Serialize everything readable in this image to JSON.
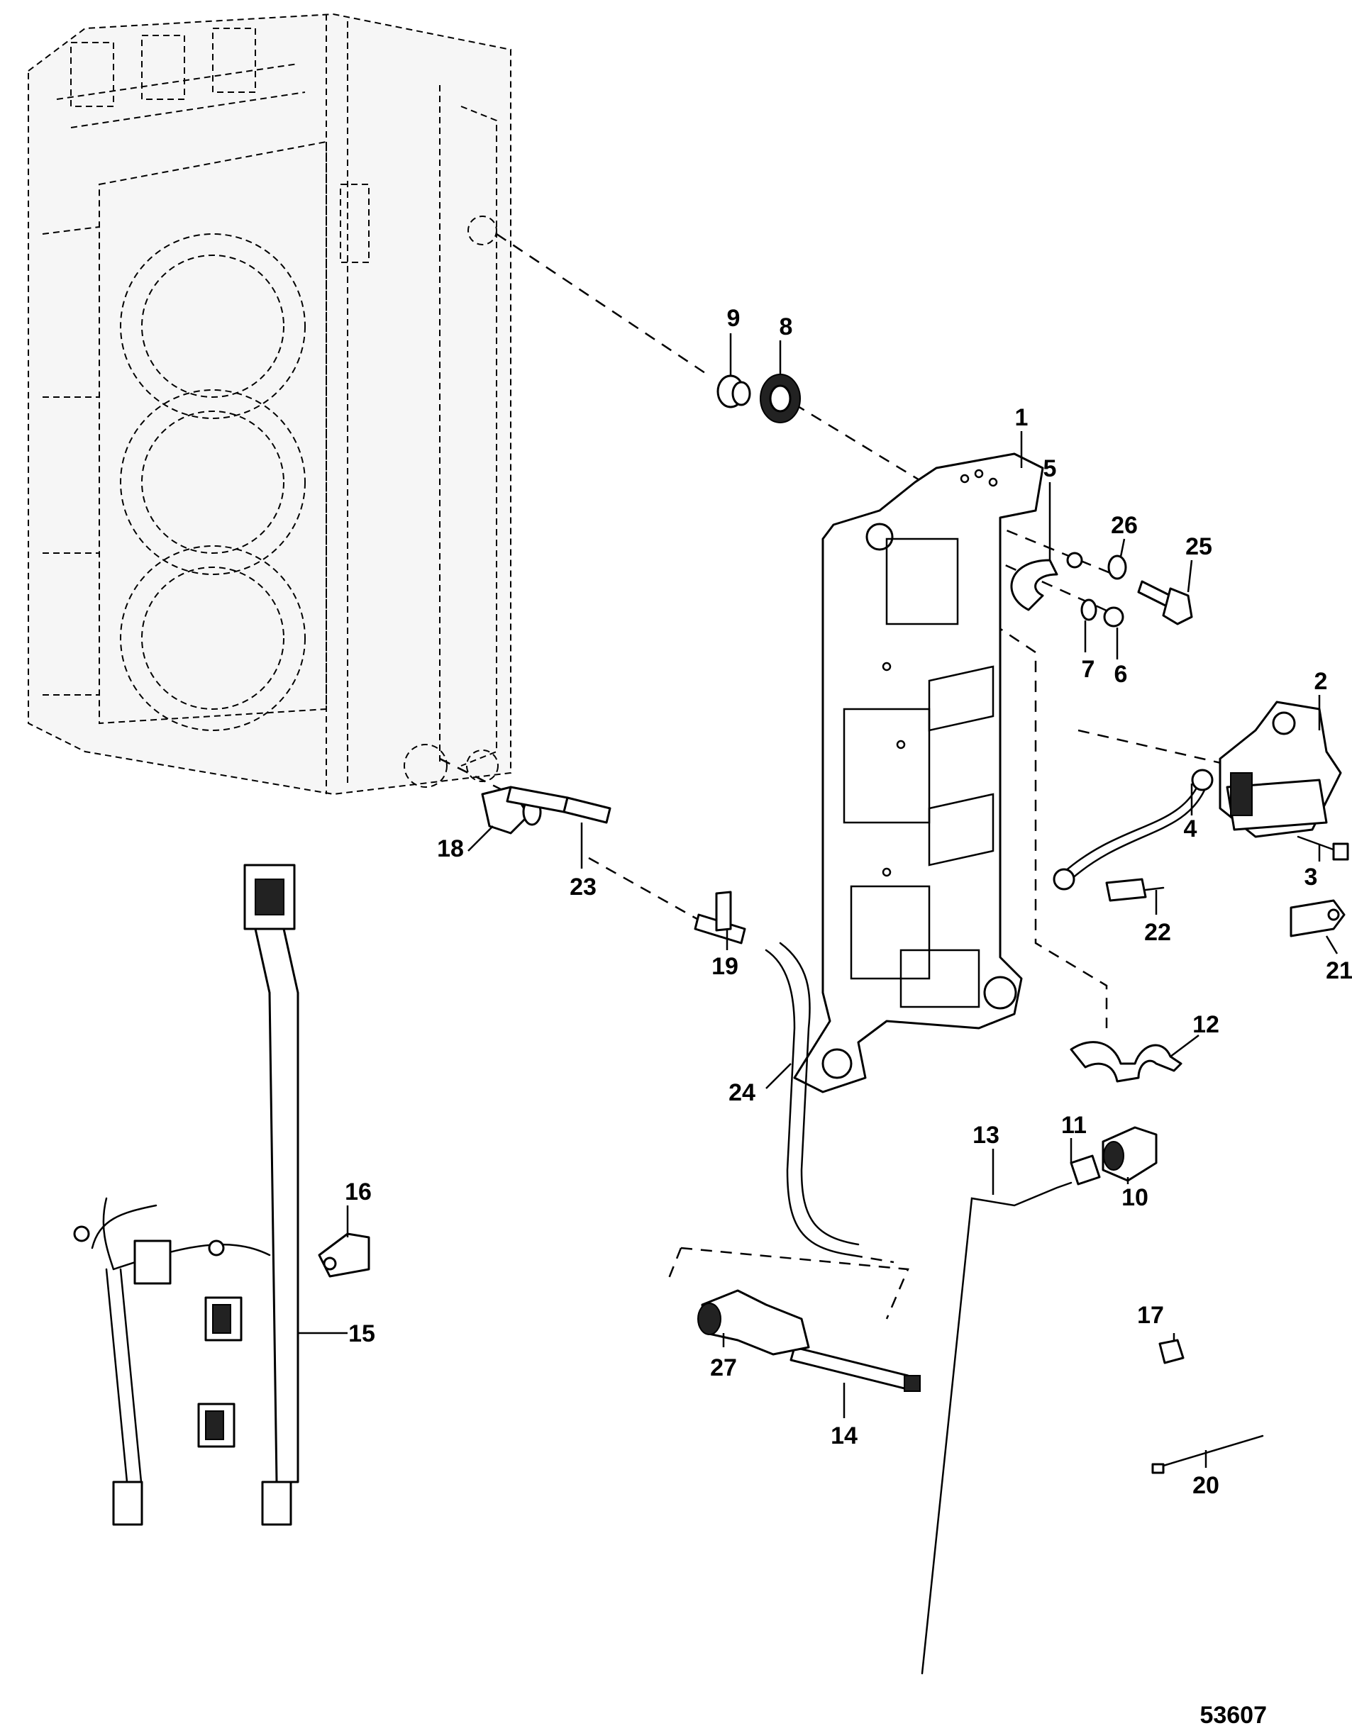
{
  "callouts": [
    {
      "label": "1"
    },
    {
      "label": "2"
    },
    {
      "label": "3"
    },
    {
      "label": "4"
    },
    {
      "label": "5"
    },
    {
      "label": "6"
    },
    {
      "label": "7"
    },
    {
      "label": "8"
    },
    {
      "label": "9"
    },
    {
      "label": "10"
    },
    {
      "label": "11"
    },
    {
      "label": "12"
    },
    {
      "label": "13"
    },
    {
      "label": "14"
    },
    {
      "label": "15"
    },
    {
      "label": "16"
    },
    {
      "label": "17"
    },
    {
      "label": "18"
    },
    {
      "label": "19"
    },
    {
      "label": "20"
    },
    {
      "label": "21"
    },
    {
      "label": "22"
    },
    {
      "label": "23"
    },
    {
      "label": "24"
    },
    {
      "label": "25"
    },
    {
      "label": "26"
    },
    {
      "label": "27"
    }
  ],
  "figure_number": "53607"
}
